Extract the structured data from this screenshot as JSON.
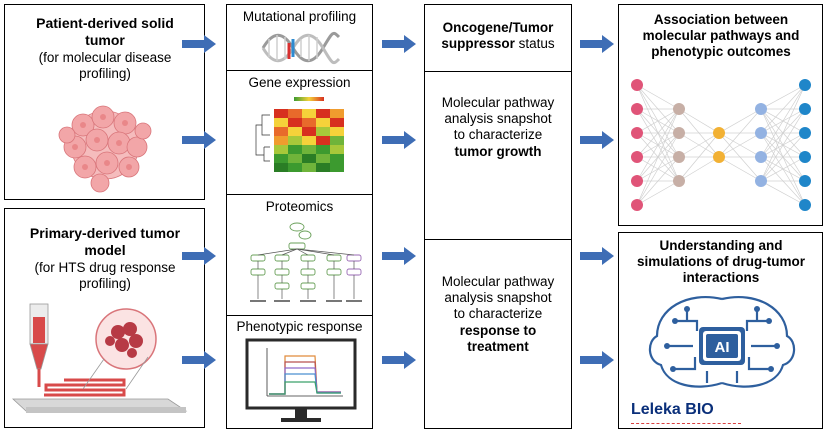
{
  "left": {
    "top": {
      "title": "Patient-derived solid tumor",
      "subtitle": "(for molecular disease profiling)"
    },
    "bottom": {
      "title": "Primary-derived tumor model",
      "subtitle": "(for HTS drug response profiling)"
    }
  },
  "middle": {
    "panels": [
      {
        "title": "Mutational profiling"
      },
      {
        "title": "Gene expression"
      },
      {
        "title": "Proteomics"
      },
      {
        "title": "Phenotypic response"
      }
    ]
  },
  "analysis": {
    "status": {
      "bold": "Oncogene/Tumor suppressor",
      "rest": " status"
    },
    "growth": {
      "plain": "Molecular pathway analysis snapshot to characterize",
      "bold": "tumor growth"
    },
    "response": {
      "plain": "Molecular pathway analysis snapshot to characterize",
      "bold": "response to treatment"
    }
  },
  "outcomes": {
    "association": {
      "title": "Association between molecular pathways and phenotypic outcomes"
    },
    "simulation": {
      "title": "Understanding and simulations of drug-tumor interactions",
      "ai_label": "AI",
      "brand": "Leleka BIO"
    }
  },
  "colors": {
    "arrow": "#3e6db5",
    "tumor": "#f2a6a8",
    "heat_red": "#d7301f",
    "heat_yellow": "#f5d23a",
    "heat_green": "#3c9a2f",
    "node_pink": "#e05478",
    "node_taupe": "#c7afa6",
    "node_orange": "#f2b134",
    "node_lightblue": "#93b2e2",
    "node_blue": "#1f86c9",
    "ai_blue": "#2e5f9e",
    "brand_blue": "#0a2f7a"
  }
}
